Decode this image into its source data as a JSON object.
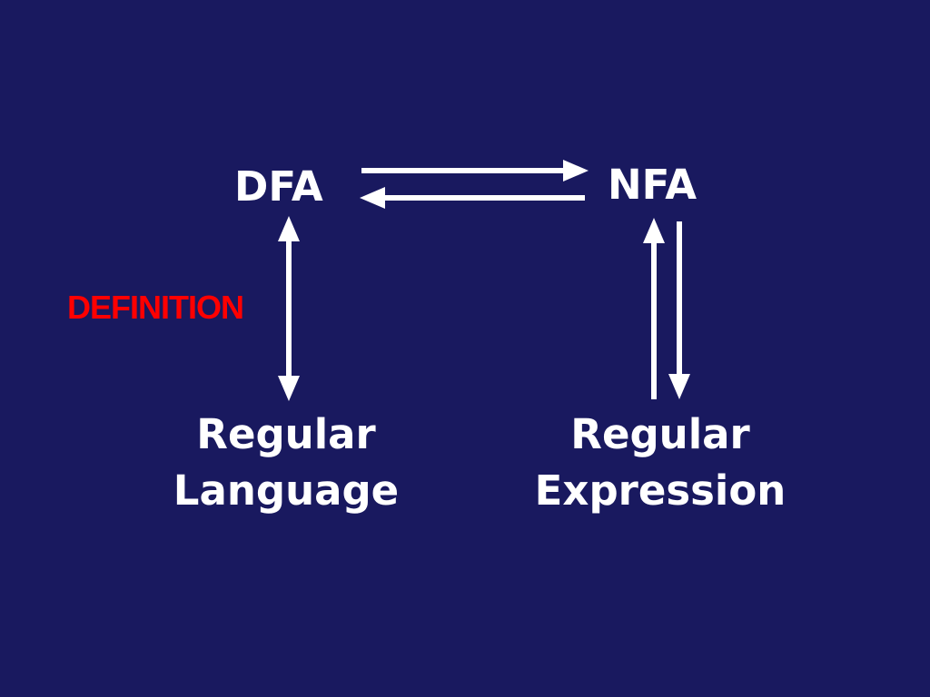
{
  "slide": {
    "background_color": "#19195f",
    "text_color": "#ffffff",
    "accent_color": "#ff0000"
  },
  "nodes": {
    "dfa": "DFA",
    "nfa": "NFA",
    "regular_language": [
      "Regular",
      "Language"
    ],
    "regular_expression": [
      "Regular",
      "Expression"
    ]
  },
  "edge_labels": {
    "dfa_to_regular_language": "DEFINITION"
  },
  "edges": [
    {
      "from": "dfa",
      "to": "nfa"
    },
    {
      "from": "nfa",
      "to": "dfa"
    },
    {
      "from": "dfa",
      "to": "regular_language",
      "bidirectional": true
    },
    {
      "from": "regular_expression",
      "to": "nfa"
    },
    {
      "from": "nfa",
      "to": "regular_expression"
    }
  ]
}
